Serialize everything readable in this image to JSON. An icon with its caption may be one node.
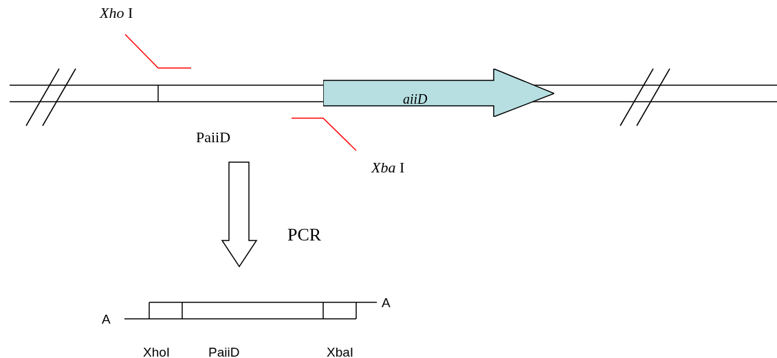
{
  "diagram": {
    "nodes": [
      {
        "text": [
          "*Xho* I"
        ]
      },
      {
        "text": [
          "aiiD"
        ]
      },
      {
        "text": [
          "*Xba* I"
        ]
      }
    ],
    "edges": [
      {
        "from": 0,
        "to": null,
        "arrow": "none"
      },
      {
        "from": 2,
        "to": null,
        "arrow": "none"
      }
    ],
    "labels": [
      "PaiiD",
      "PCR",
      "A",
      "A",
      "XhoI",
      "PaiiD",
      "XbaI"
    ]
  }
}
